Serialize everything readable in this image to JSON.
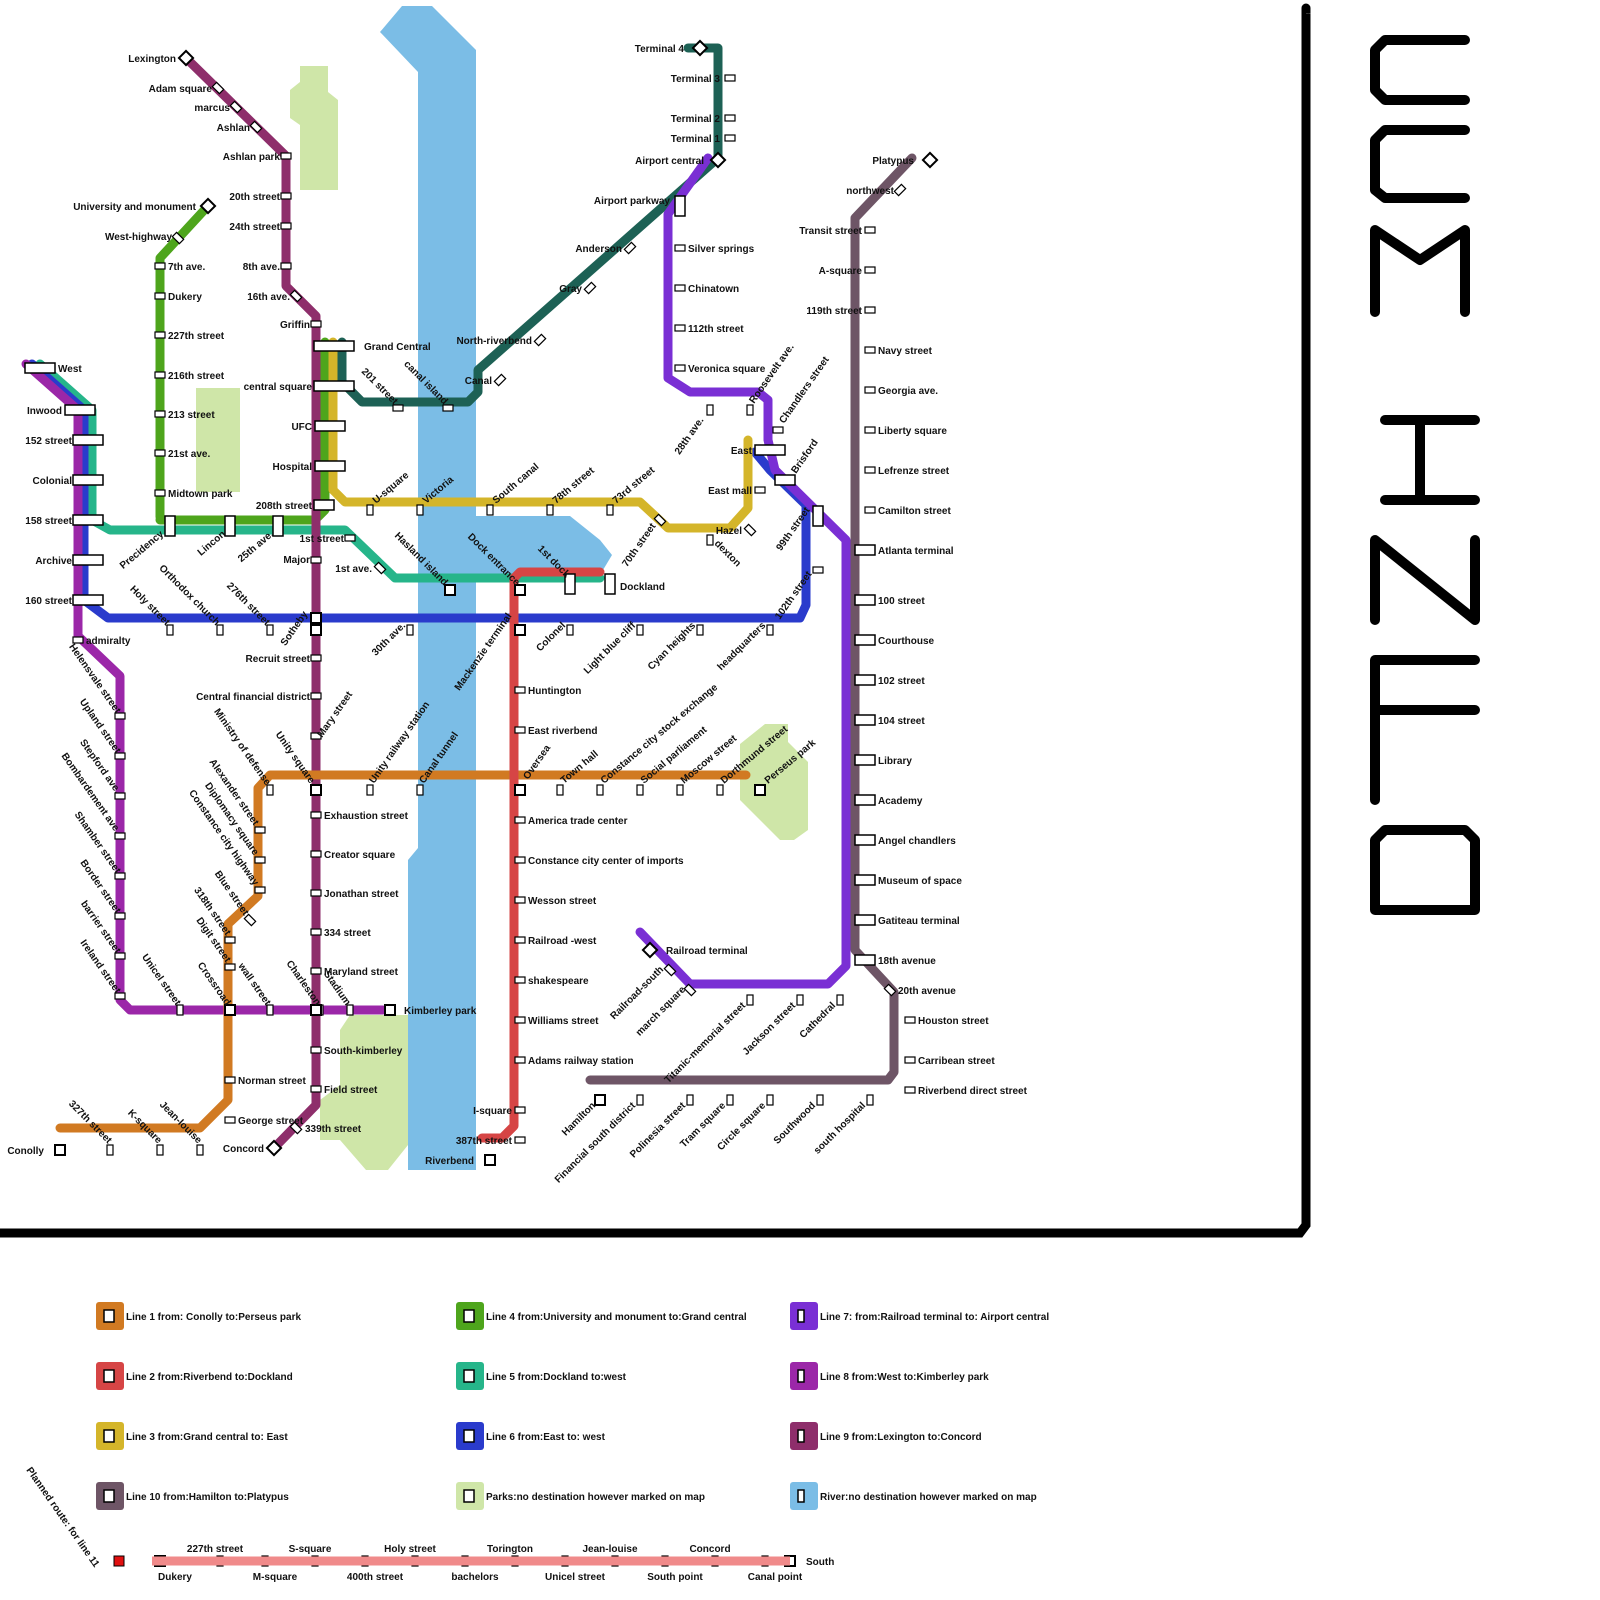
{
  "title": "CCM INFO",
  "colors": {
    "line1": "#d17a22",
    "line2": "#d64545",
    "line3": "#d4b52a",
    "line4": "#4ea51c",
    "line5": "#26b58a",
    "line6": "#2a3bcc",
    "line7": "#7a2fd4",
    "line8": "#9b27a8",
    "line9": "#8e2e6b",
    "line10": "#6e5566",
    "line11": "#f08a8a",
    "grand_line": "#1d6155",
    "park": "#cfe6a8",
    "river": "#7bbde6"
  },
  "legend": [
    {
      "key": "line1",
      "label": "Line 1 from: Conolly to:Perseus park"
    },
    {
      "key": "line2",
      "label": "Line 2 from:Riverbend to:Dockland"
    },
    {
      "key": "line3",
      "label": "Line 3 from:Grand central to: East"
    },
    {
      "key": "line10",
      "label": "Line 10 from:Hamilton to:Platypus"
    },
    {
      "key": "line4",
      "label": "Line 4 from:University and monument to:Grand central"
    },
    {
      "key": "line5",
      "label": "Line 5 from:Dockland to:west"
    },
    {
      "key": "line6",
      "label": "Line 6 from:East to: west"
    },
    {
      "key": "park",
      "label": "Parks:no destination however marked on map"
    },
    {
      "key": "line7",
      "label": "Line 7: from:Railroad terminal to: Airport central"
    },
    {
      "key": "line8",
      "label": "Line 8 from:West to:Kimberley park"
    },
    {
      "key": "line9",
      "label": "Line 9 from:Lexington to:Concord"
    },
    {
      "key": "river",
      "label": "River:no destination however marked on map"
    }
  ],
  "planned": {
    "label": "Planned route: for line 11",
    "stations_top": [
      "227th street",
      "S-square",
      "Holy street",
      "Torington",
      "Jean-louise",
      "Concord"
    ],
    "stations_bottom": [
      "Dukery",
      "M-square",
      "400th street",
      "bachelors",
      "Unicel street",
      "South point",
      "Canal point"
    ],
    "end": "South"
  },
  "stations": {
    "line9": [
      "Lexington",
      "Adam square",
      "marcus",
      "Ashlan",
      "Ashlan park",
      "20th street",
      "24th street",
      "8th ave.",
      "16th ave.",
      "Griffin",
      "Major",
      "Sotheby",
      "Recruit street",
      "Central financial district",
      "Mary street",
      "Exhaustion street",
      "Creator square",
      "Jonathan street",
      "334 street",
      "Maryland street",
      "South-kimberley",
      "Field street",
      "339th street",
      "Concord"
    ],
    "line4": [
      "University and monument",
      "West-highway",
      "7th ave.",
      "Dukery",
      "227th street",
      "216th street",
      "213 street",
      "21st ave.",
      "Midtown park",
      "Precidency",
      "Lincon",
      "25th ave."
    ],
    "grand": [
      "Grand Central",
      "central square",
      "UFC",
      "Hospital",
      "208th street",
      "1st street",
      "201 street",
      "canal island"
    ],
    "line8": [
      "West",
      "Inwood",
      "152 street",
      "Colonial",
      "158 street",
      "Archive",
      "160 street",
      "admiralty",
      "Helensvale street",
      "Upland street",
      "Stepford ave.",
      "Bombardement ave.",
      "Shamber street",
      "Border street",
      "barrier street",
      "Ireland street",
      "Unicel street",
      "Crossroad",
      "wall street",
      "Charleston",
      "Stadium",
      "Kimberley park"
    ],
    "line5": [
      "1st ave.",
      "Hasland island",
      "Dock entrance",
      "1st dock",
      "Dockland"
    ],
    "line6": [
      "Holy street",
      "Orthodox church",
      "276th street",
      "30th ave.",
      "Colonel",
      "Light blue cliff",
      "Cyan heights",
      "headquarters",
      "102th street",
      "99th street",
      "Brisford",
      "East"
    ],
    "line3": [
      "U-square",
      "Victoria",
      "South canal",
      "78th street",
      "73rd street",
      "70th street",
      "dexton",
      "Hazel",
      "East mall"
    ],
    "line1": [
      "Conolly",
      "327th street",
      "K-square",
      "Jean-louise",
      "George street",
      "Norman street",
      "Digit street",
      "318th street",
      "Blue street",
      "Constance city highway",
      "Diplomacy square",
      "Alexander street",
      "Ministry of defense",
      "Unity square",
      "Unity railway station",
      "Canal tunnel",
      "Oversea",
      "Town hall",
      "Constance city stock exchange",
      "Social parliament",
      "Moscow street",
      "Dorthmund street",
      "Perseus park"
    ],
    "line2": [
      "Mackenzie terminal",
      "Huntington",
      "East riverbend",
      "America trade center",
      "Constance city center of imports",
      "Wesson street",
      "Railroad -west",
      "shakespeare",
      "Williams street",
      "Adams railway station",
      "I-square",
      "387th street",
      "Riverbend"
    ],
    "airport": [
      "Terminal 4",
      "Terminal 3",
      "Terminal 2",
      "Terminal 1",
      "Airport central",
      "Airport parkway",
      "Anderson",
      "Gray",
      "North-riverbend",
      "Canal"
    ],
    "line7": [
      "Silver springs",
      "Chinatown",
      "112th street",
      "Veronica square",
      "28th ave.",
      "Roosevelt ave.",
      "Chandlers street",
      "Railroad terminal",
      "Railroad-south",
      "march square",
      "Titanic-memorial street",
      "Jackson street",
      "Cathedral"
    ],
    "line10": [
      "Platypus",
      "northwest",
      "Transit street",
      "A-square",
      "119th street",
      "Navy street",
      "Georgia ave.",
      "Liberty square",
      "Lefrenze street",
      "Camilton street",
      "Atlanta terminal",
      "100 street",
      "Courthouse",
      "102 street",
      "104 street",
      "Library",
      "Academy",
      "Angel chandlers",
      "Museum of space",
      "Gatiteau terminal",
      "18th avenue",
      "20th avenue",
      "Houston street",
      "Carribean street",
      "Riverbend direct street",
      "Hamilton",
      "Financial south district",
      "Polinesia street",
      "Tram square",
      "Circle square",
      "Southwood",
      "south hospital"
    ]
  }
}
